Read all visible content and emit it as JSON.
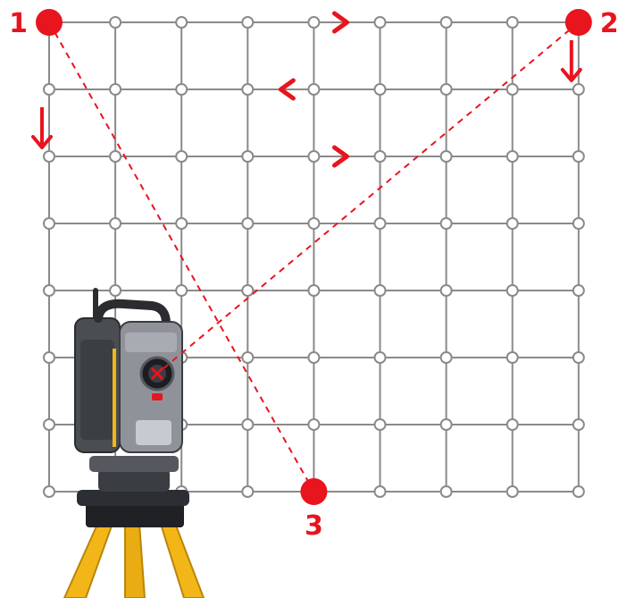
{
  "grid": {
    "columns": 9,
    "rows": 8,
    "line_color": "#8a8a8a",
    "node_fill": "#ffffff",
    "node_stroke": "#8a8a8a"
  },
  "accent_color": "#e8141e",
  "stations": [
    {
      "label": "1",
      "col": 0,
      "row": 0
    },
    {
      "label": "2",
      "col": 8,
      "row": 0
    },
    {
      "label": "3",
      "col": 4,
      "row": 7
    }
  ],
  "scan_arrows": [
    {
      "direction": "right",
      "row": 0,
      "from_col": 0,
      "to_col": 4.5
    },
    {
      "direction": "down",
      "col": 8,
      "from_row": 0,
      "to_row": 1
    },
    {
      "direction": "left",
      "row": 1,
      "from_col": 7.7,
      "to_col": 3.5
    },
    {
      "direction": "down",
      "col": 0,
      "from_row": 1,
      "to_row": 2
    },
    {
      "direction": "right",
      "row": 2,
      "from_col": 0,
      "to_col": 4.5
    }
  ],
  "sight_lines": [
    {
      "from": "1",
      "to": "3"
    },
    {
      "from": "2",
      "to": "instrument"
    }
  ],
  "instrument": {
    "icon": "total-station-icon",
    "body_color": "#4a4d52",
    "trim_color": "#f2b619",
    "tripod_color": "#f2b619"
  }
}
